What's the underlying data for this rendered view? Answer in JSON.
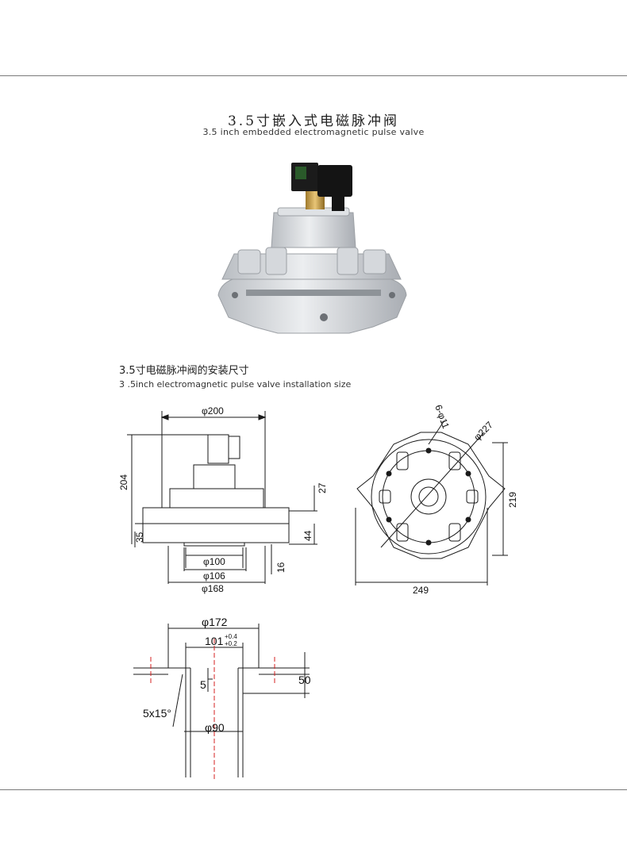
{
  "header": {
    "title_cn": "3.5寸嵌入式电磁脉冲阀",
    "title_en": "3.5 inch embedded electromagnetic pulse valve"
  },
  "section": {
    "title_cn": "3.5寸电磁脉冲阀的安装尺寸",
    "title_en": "3 .5inch electromagnetic pulse valve installation size"
  },
  "side_view": {
    "d200": "φ200",
    "h204": "204",
    "h27": "27",
    "h35": "35",
    "h44": "44",
    "h16": "16",
    "d100": "φ100",
    "d106": "φ106",
    "d168": "φ168"
  },
  "top_view": {
    "holes": "6-φ11",
    "d227": "φ227",
    "h219": "219",
    "w249": "249"
  },
  "cutout": {
    "d172": "φ172",
    "d101": "101",
    "tol_upper": "+0.4",
    "tol_lower": "+0.2",
    "h5": "5",
    "h50": "50",
    "chamfer": "5x15°",
    "d90": "φ90"
  },
  "colors": {
    "line": "#1a1a1a",
    "center_line": "#d62020",
    "rule": "#7a7a7a",
    "valve_body": "#c9ccd0"
  }
}
